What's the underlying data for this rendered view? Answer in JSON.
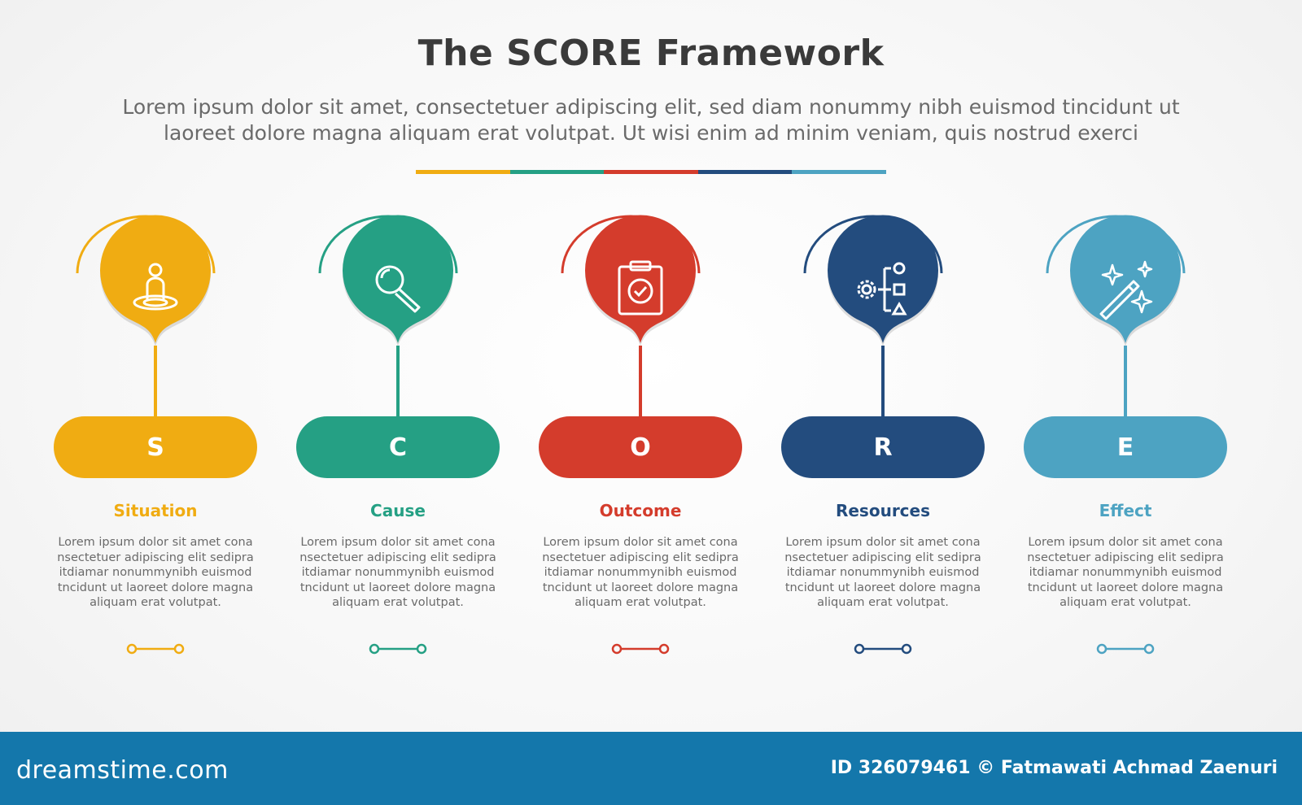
{
  "title": "The SCORE Framework",
  "subtitle_line1": "Lorem ipsum dolor sit amet, consectetuer adipiscing elit, sed diam nonummy nibh euismod tincidunt ut",
  "subtitle_line2": "laoreet dolore magna aliquam erat volutpat. Ut wisi enim ad minim veniam, quis nostrud exerci",
  "colors": [
    "#f0ac12",
    "#25a084",
    "#d43c2c",
    "#234c7e",
    "#4da3c2"
  ],
  "steps": [
    {
      "letter": "S",
      "label": "Situation",
      "icon": "person-standing-icon",
      "color": "#f0ac12",
      "desc": [
        "Lorem ipsum dolor sit amet cona",
        "nsectetuer adipiscing elit sedipra",
        "itdiamar nonummynibh euismod",
        "tncidunt ut laoreet dolore magna",
        "aliquam erat volutpat."
      ]
    },
    {
      "letter": "C",
      "label": "Cause",
      "icon": "magnifier-icon",
      "color": "#25a084",
      "desc": [
        "Lorem ipsum dolor sit amet cona",
        "nsectetuer adipiscing elit sedipra",
        "itdiamar nonummynibh euismod",
        "tncidunt ut laoreet dolore magna",
        "aliquam erat volutpat."
      ]
    },
    {
      "letter": "O",
      "label": "Outcome",
      "icon": "clipboard-check-icon",
      "color": "#d43c2c",
      "desc": [
        "Lorem ipsum dolor sit amet cona",
        "nsectetuer adipiscing elit sedipra",
        "itdiamar nonummynibh euismod",
        "tncidunt ut laoreet dolore magna",
        "aliquam erat volutpat."
      ]
    },
    {
      "letter": "R",
      "label": "Resources",
      "icon": "gear-flowchart-icon",
      "color": "#234c7e",
      "desc": [
        "Lorem ipsum dolor sit amet cona",
        "nsectetuer adipiscing elit sedipra",
        "itdiamar nonummynibh euismod",
        "tncidunt ut laoreet dolore magna",
        "aliquam erat volutpat."
      ]
    },
    {
      "letter": "E",
      "label": "Effect",
      "icon": "magic-wand-icon",
      "color": "#4da3c2",
      "desc": [
        "Lorem ipsum dolor sit amet cona",
        "nsectetuer adipiscing elit sedipra",
        "itdiamar nonummynibh euismod",
        "tncidunt ut laoreet dolore magna",
        "aliquam erat volutpat."
      ]
    }
  ],
  "footer": {
    "logo": "dreamstime.com",
    "credit": "ID 326079461 © Fatmawati  Achmad Zaenuri",
    "color": "#1477ab"
  }
}
